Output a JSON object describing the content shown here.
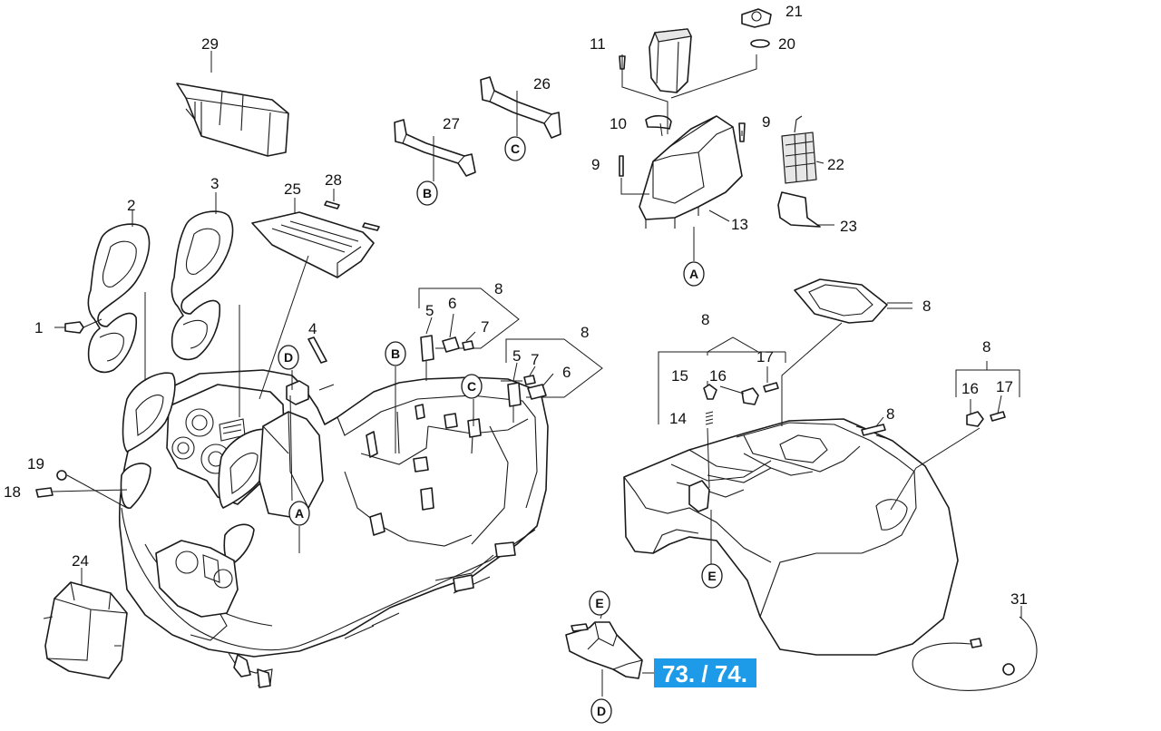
{
  "accent_color": "#1e9be8",
  "callouts": {
    "n1": "1",
    "n2": "2",
    "n3": "3",
    "n4": "4",
    "n5a": "5",
    "n5b": "5",
    "n6a": "6",
    "n6b": "6",
    "n7a": "7",
    "n7b": "7",
    "n8a": "8",
    "n8b": "8",
    "n8c": "8",
    "n8d": "8",
    "n8e": "8",
    "n8f": "8",
    "n9a": "9",
    "n9b": "9",
    "n10": "10",
    "n11": "11",
    "n13": "13",
    "n14": "14",
    "n15": "15",
    "n16a": "16",
    "n16b": "16",
    "n17a": "17",
    "n17b": "17",
    "n18": "18",
    "n19": "19",
    "n20": "20",
    "n21": "21",
    "n22": "22",
    "n23": "23",
    "n24": "24",
    "n25": "25",
    "n26": "26",
    "n27": "27",
    "n28": "28",
    "n29": "29",
    "n31": "31"
  },
  "markers": {
    "A1": "A",
    "A2": "A",
    "B1": "B",
    "B2": "B",
    "C1": "C",
    "C2": "C",
    "D1": "D",
    "D2": "D",
    "E1": "E",
    "E2": "E"
  },
  "reference_box": "73. / 74."
}
